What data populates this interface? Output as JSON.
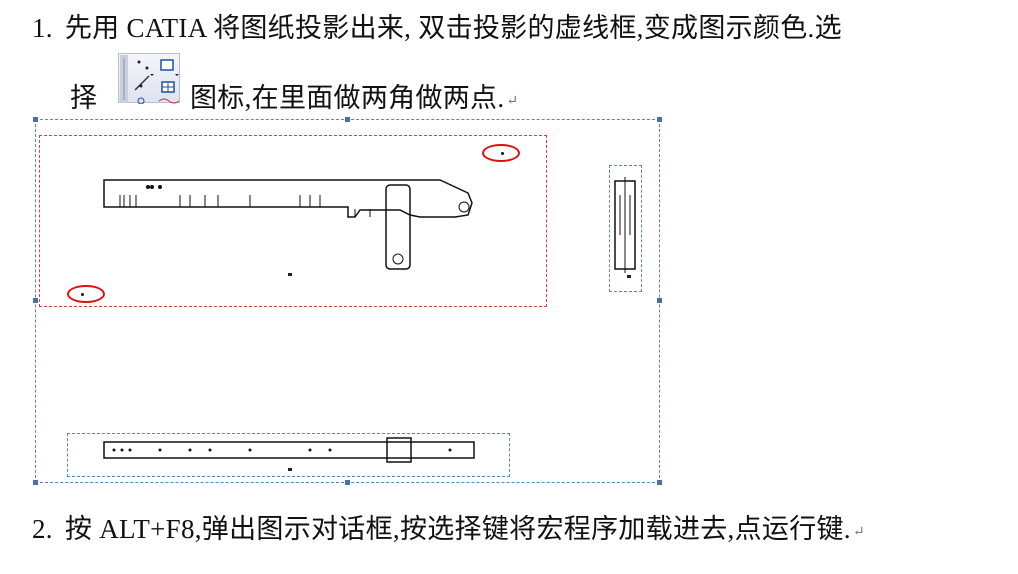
{
  "step1": {
    "number": "1.",
    "text": "先用 CATIA 将图纸投影出来, 双击投影的虚线框,变成图示颜色.选",
    "text_cont_before_icon": "择",
    "text_cont_after_icon": "图标,在里面做两角做两点."
  },
  "step2": {
    "number": "2.",
    "text": "按 ALT+F8,弹出图示对话框,按选择键将宏程序加载进去,点运行键."
  },
  "icons": {
    "toolbar": "point-toolbar-icon",
    "paragraph_mark": "↵"
  },
  "colors": {
    "selected_frame": "#e04040",
    "view_frame": "#5a84c4",
    "marker": "#e01010"
  }
}
